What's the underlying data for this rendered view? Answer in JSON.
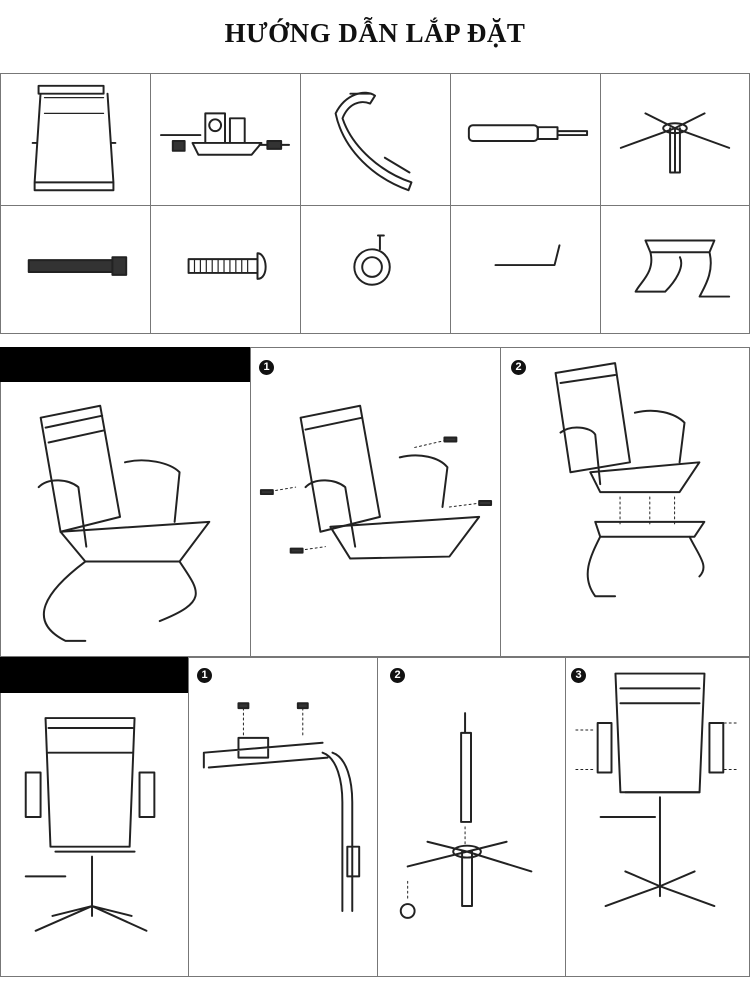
{
  "header": {
    "title": "HƯỚNG DẪN LẮP ĐẶT"
  },
  "steps": {
    "section_a": [
      "1",
      "2"
    ],
    "section_b": [
      "1",
      "2",
      "3"
    ]
  }
}
